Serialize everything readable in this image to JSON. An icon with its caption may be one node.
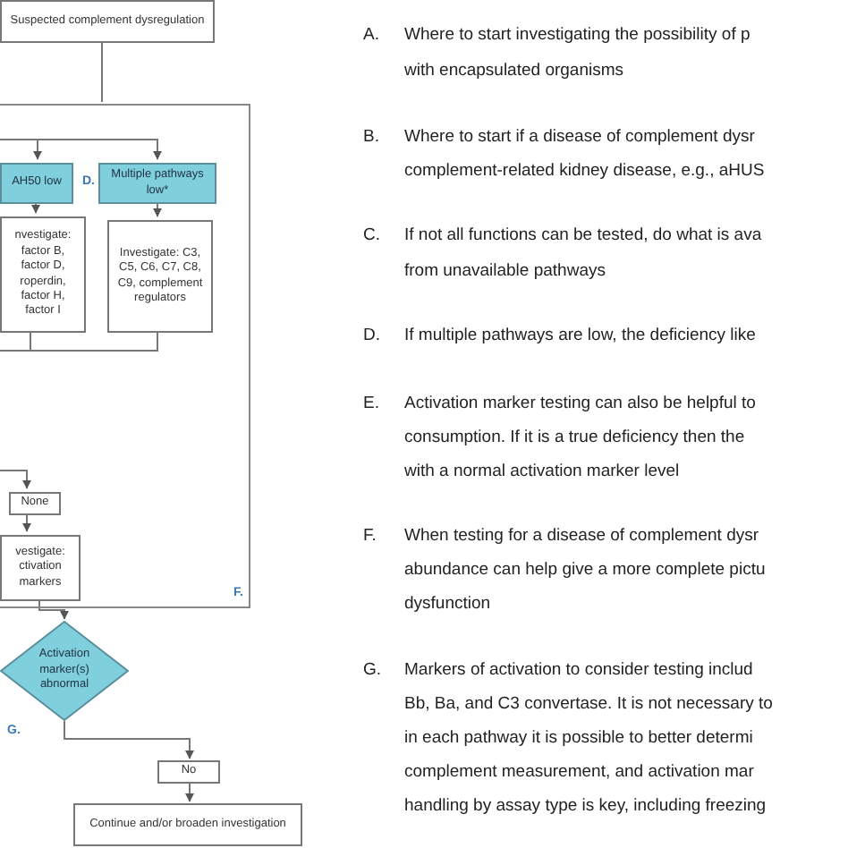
{
  "diagram": {
    "nodes": [
      {
        "text": [
          "Suspected complement dysregulation"
        ]
      },
      {
        "text": [
          "F."
        ]
      },
      {
        "text": [
          "AH50 low"
        ],
        "in": 1
      },
      {
        "text": [
          "Multiple pathways low*"
        ],
        "in": 1,
        "beside": [
          "D."
        ]
      },
      {
        "text": [
          "nvestigate: factor B, factor D, roperdin, factor H, factor I"
        ],
        "in": 1
      },
      {
        "text": [
          "Investigate: C3, C5, C6, C7, C8, C9, complement regulators"
        ],
        "in": 1
      },
      {
        "text": [
          "None"
        ],
        "in": 1
      },
      {
        "text": [
          "vestigate: ctivation markers"
        ],
        "in": 1
      },
      {
        "text": [
          "Activation marker(s) abnormal"
        ],
        "beside": [
          "G."
        ]
      },
      {
        "text": [
          "No"
        ]
      },
      {
        "text": [
          "Continue and/or broaden investigation"
        ]
      }
    ],
    "edges": [
      {
        "from": 0,
        "to": 1,
        "arrow": "none"
      },
      {
        "from": null,
        "to": 2,
        "arrow": "to"
      },
      {
        "from": null,
        "to": 3,
        "arrow": "to"
      },
      {
        "from": 2,
        "to": 4,
        "arrow": "to"
      },
      {
        "from": 3,
        "to": 5,
        "arrow": "to"
      },
      {
        "from": 4,
        "to": null,
        "arrow": "none"
      },
      {
        "from": 5,
        "to": null,
        "arrow": "none"
      },
      {
        "from": null,
        "to": 6,
        "arrow": "to"
      },
      {
        "from": 6,
        "to": 7,
        "arrow": "to"
      },
      {
        "from": 7,
        "to": 8,
        "arrow": "to"
      },
      {
        "from": 8,
        "to": 9,
        "arrow": "to"
      },
      {
        "from": 9,
        "to": 10,
        "arrow": "to"
      }
    ],
    "labels": [
      "A.",
      "Where to start investigating the possibility of p",
      "with encapsulated organisms",
      "B.",
      "Where to start if a disease of complement dysr",
      "complement-related kidney disease, e.g., aHUS",
      "C.",
      "If not all functions can be tested, do what is ava",
      "from unavailable pathways",
      "D.",
      "If multiple pathways are low, the deficiency like",
      "E.",
      "Activation marker testing can also be helpful to",
      "consumption. If it is a true deficiency then the",
      "with a normal activation marker level",
      "F.",
      "When testing for a disease of complement dysr",
      "abundance can help give a more complete pictu",
      "dysfunction",
      "G.",
      "Markers of activation to consider testing includ",
      "Bb, Ba, and C3 convertase. It is not necessary to",
      "in each pathway it is possible to better determi",
      "complement measurement, and activation mar",
      "handling by assay type is key, including freezing"
    ]
  }
}
